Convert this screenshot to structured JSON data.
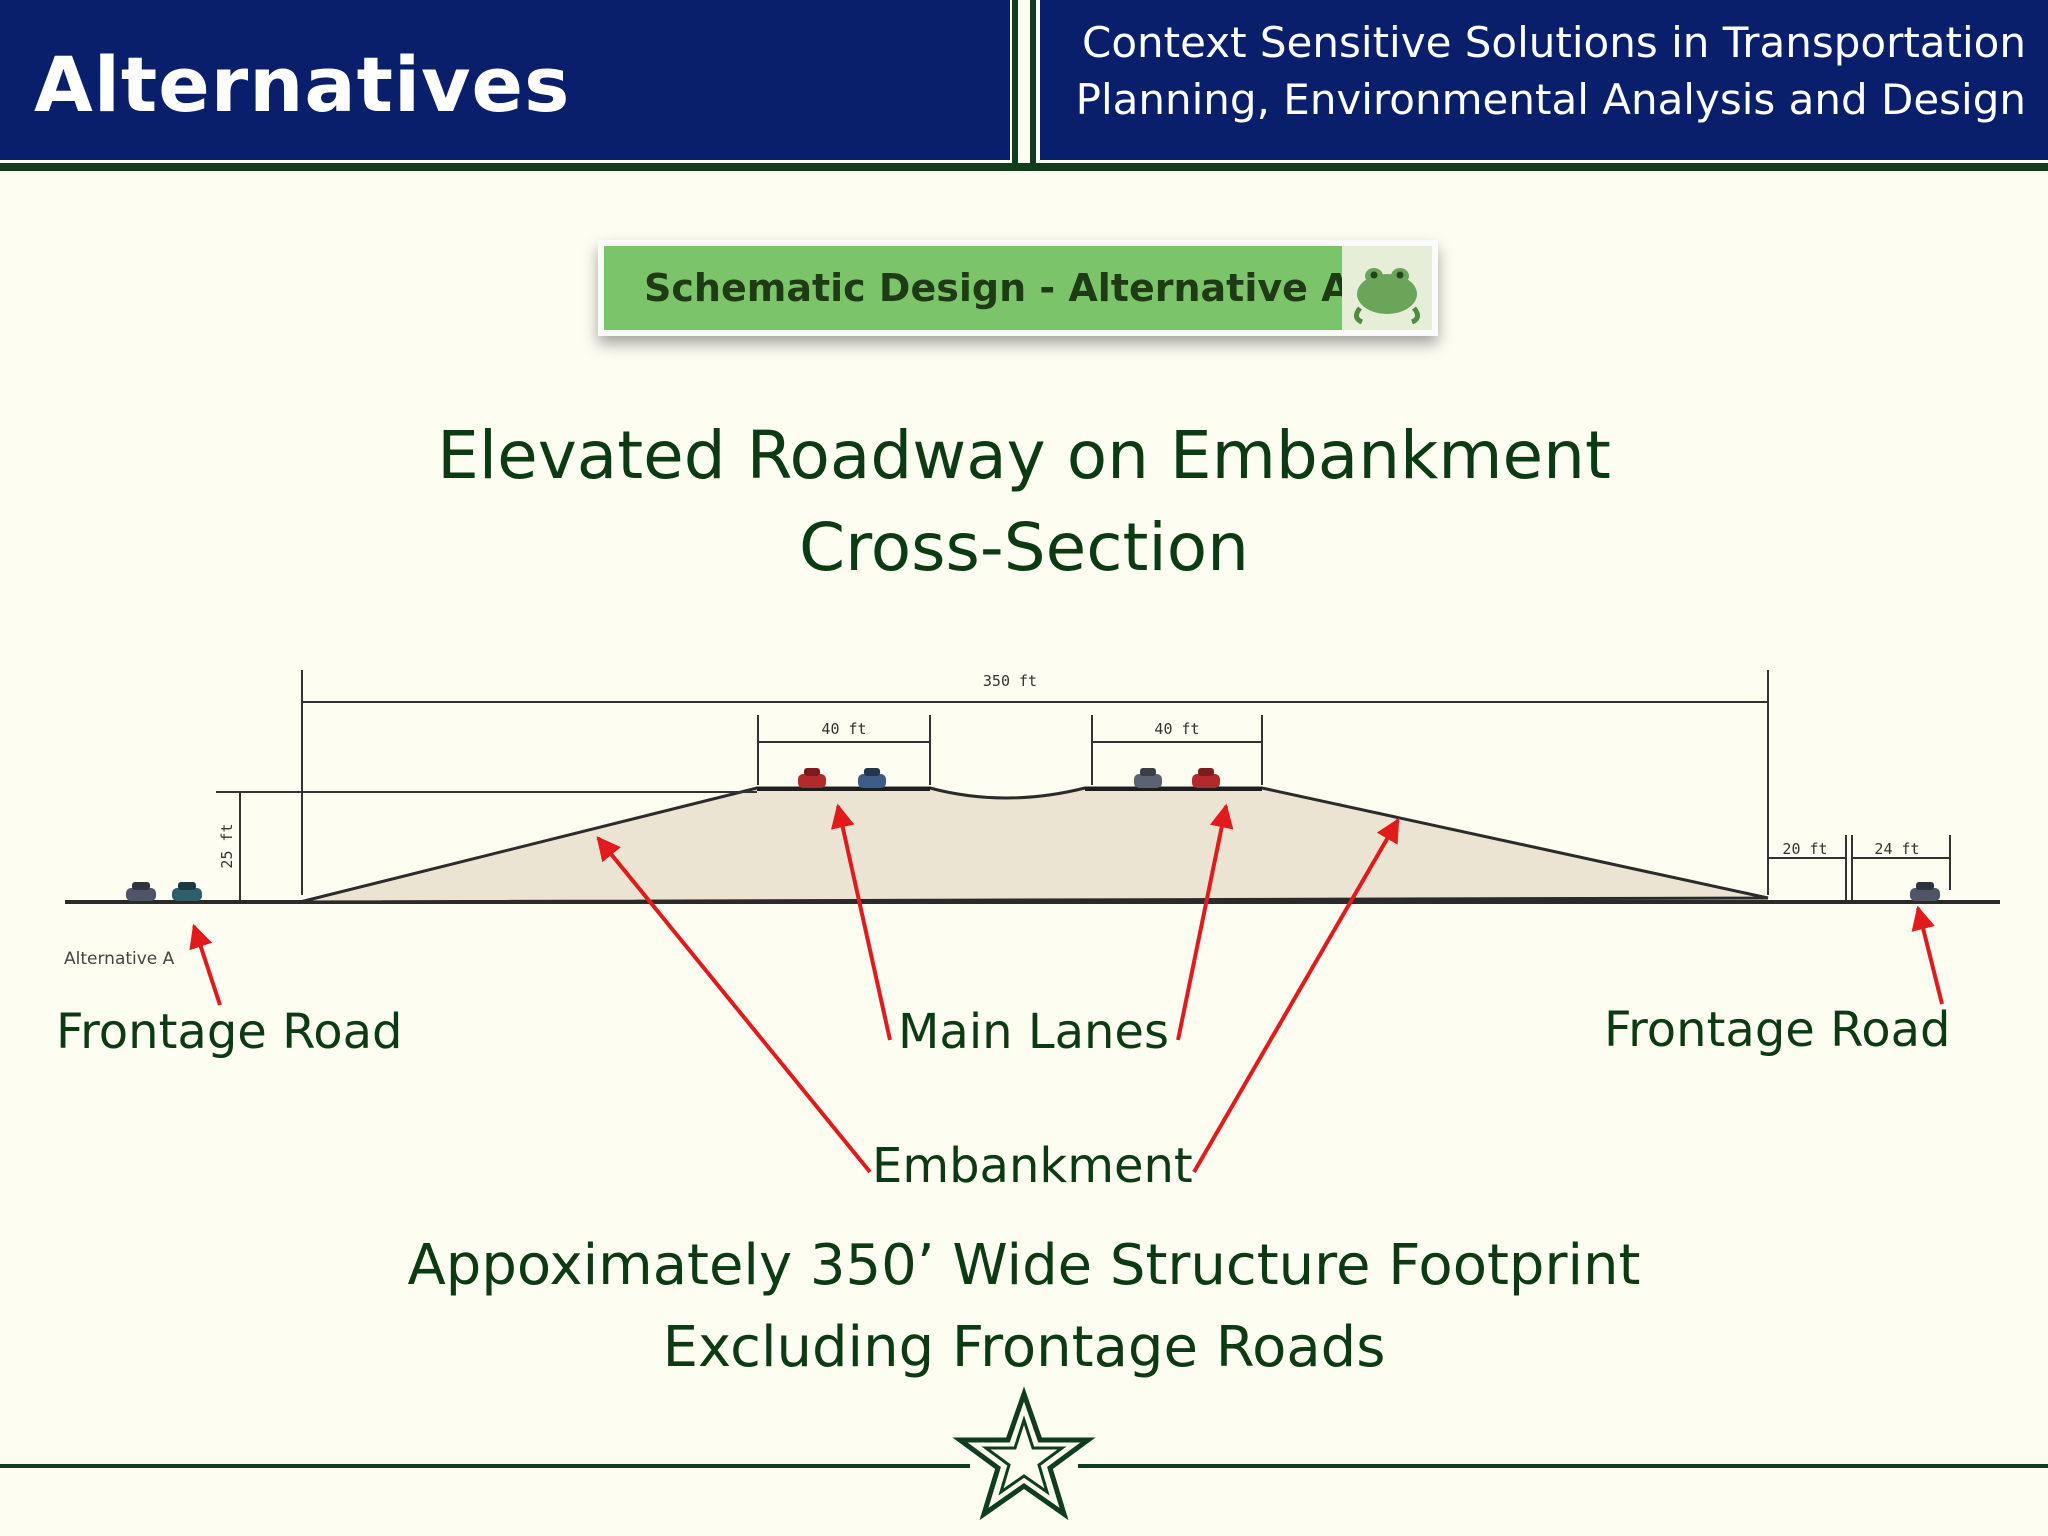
{
  "header": {
    "title": "Alternatives",
    "subtitle_line1": "Context Sensitive Solutions in Transportation",
    "subtitle_line2": "Planning, Environmental Analysis and Design"
  },
  "badge": {
    "label": "Schematic Design - Alternative A",
    "icon": "frog-icon"
  },
  "main_title": {
    "line1": "Elevated Roadway on Embankment",
    "line2": "Cross-Section"
  },
  "diagram": {
    "dimensions": {
      "total_width": "350 ft",
      "lane_width_left": "40 ft",
      "lane_width_right": "40 ft",
      "height": "25 ft",
      "shoulder": "20 ft",
      "frontage_width": "24 ft"
    },
    "drawing_caption": "Alternative A"
  },
  "callouts": {
    "frontage_left": "Frontage Road",
    "main_lanes": "Main Lanes",
    "frontage_right": "Frontage Road",
    "embankment": "Embankment"
  },
  "footer": {
    "line1": "Appoximately 350’ Wide Structure Footprint",
    "line2": "Excluding Frontage Roads"
  },
  "colors": {
    "header_bg": "#0a1f6b",
    "rule": "#0f3d1e",
    "background": "#fdfdf2",
    "arrow": "#e11b1b",
    "badge": "#7cc46a",
    "embankment_fill": "#ece4d2"
  }
}
